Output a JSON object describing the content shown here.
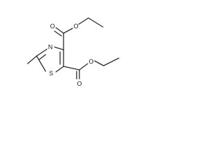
{
  "molecule": {
    "atoms": {
      "ring_nitrogen": "N",
      "ring_sulfur": "S",
      "upper_carbonyl_oxygen": "O",
      "upper_ester_oxygen": "O",
      "lower_carbonyl_oxygen": "O",
      "lower_ester_oxygen": "O"
    }
  }
}
